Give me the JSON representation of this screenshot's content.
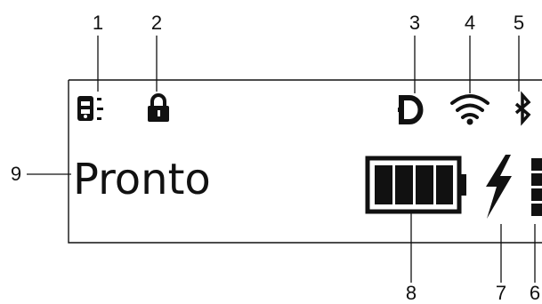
{
  "display": {
    "status_text": "Pronto",
    "icons": [
      "printer-settings-icon",
      "lock-icon",
      "serial-port-icon",
      "wifi-icon",
      "bluetooth-icon",
      "battery-icon",
      "charging-icon",
      "signal-level-icon"
    ]
  },
  "callouts": {
    "c1": "1",
    "c2": "2",
    "c3": "3",
    "c4": "4",
    "c5": "5",
    "c6": "6",
    "c7": "7",
    "c8": "8",
    "c9": "9"
  }
}
